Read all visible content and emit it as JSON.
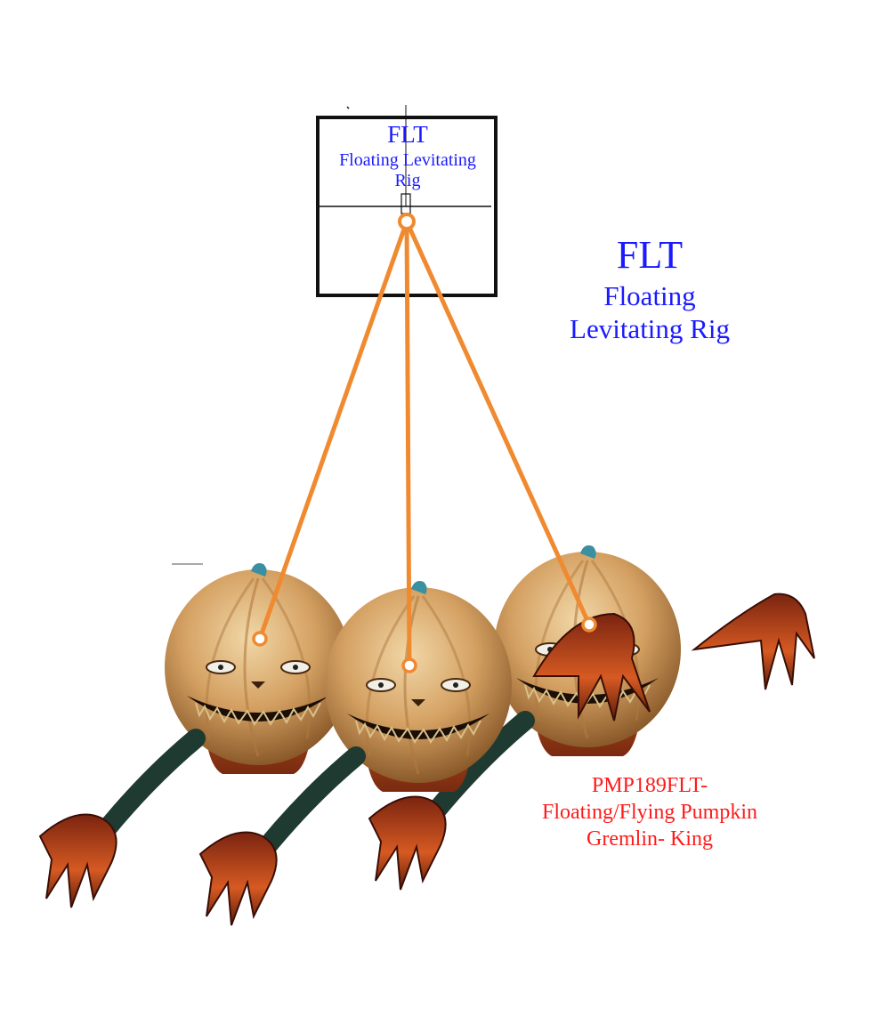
{
  "rig_box": {
    "abbrev": "FLT",
    "name_line1": "Floating Levitating",
    "name_line2": "Rig"
  },
  "side_label": {
    "abbrev": "FLT",
    "name_line1": "Floating",
    "name_line2": "Levitating Rig"
  },
  "product_label": {
    "line1": "PMP189FLT-",
    "line2": "Floating/Flying Pumpkin",
    "line3": "Gremlin- King"
  },
  "colors": {
    "label_blue": "#1a1aff",
    "product_red": "#ff1a1a",
    "wire_orange": "#f08a30",
    "box_stroke": "#111111",
    "pumpkin_skin": "#d9a766",
    "pumpkin_shadow": "#8a5a2a",
    "claw_orange": "#c3461c",
    "arm_dark": "#1f3a30",
    "stem_teal": "#3a8fa0"
  },
  "figure": {
    "subject": "pumpkin-gremlin",
    "copies": 3
  }
}
